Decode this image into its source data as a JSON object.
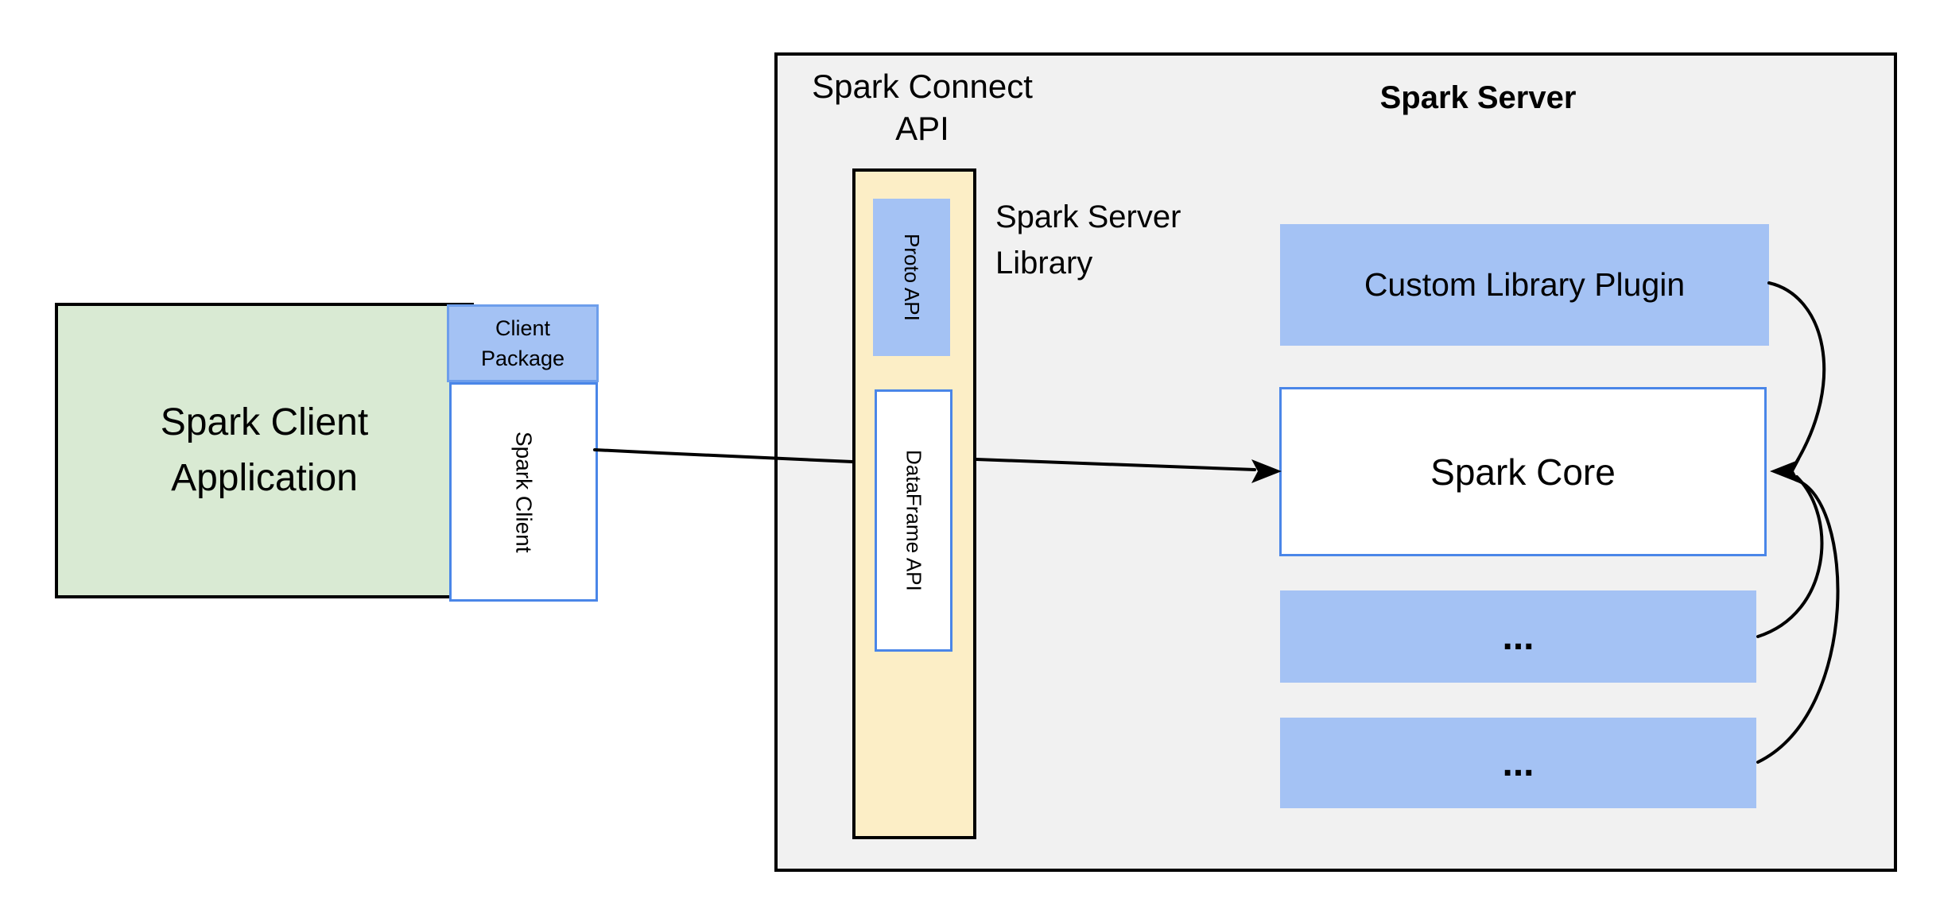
{
  "colors": {
    "green_fill": "#d9ead3",
    "blue_fill": "#a4c2f4",
    "yellow_fill": "#fceec6",
    "gray_fill": "#f1f1f1",
    "blue_border": "#4a86e8",
    "package_border": "#6d9eeb",
    "line_color": "#000000"
  },
  "client": {
    "application_label": "Spark Client\nApplication",
    "package_label": "Client\nPackage",
    "spark_client_label": "Spark Client"
  },
  "connect": {
    "title": "Spark Connect\nAPI",
    "proto_api_label": "Proto API",
    "dataframe_api_label": "DataFrame API",
    "server_library_label": "Spark Server\nLibrary"
  },
  "server": {
    "title": "Spark Server",
    "custom_plugin_label": "Custom Library Plugin",
    "spark_core_label": "Spark Core",
    "placeholder_1_label": "...",
    "placeholder_2_label": "..."
  }
}
